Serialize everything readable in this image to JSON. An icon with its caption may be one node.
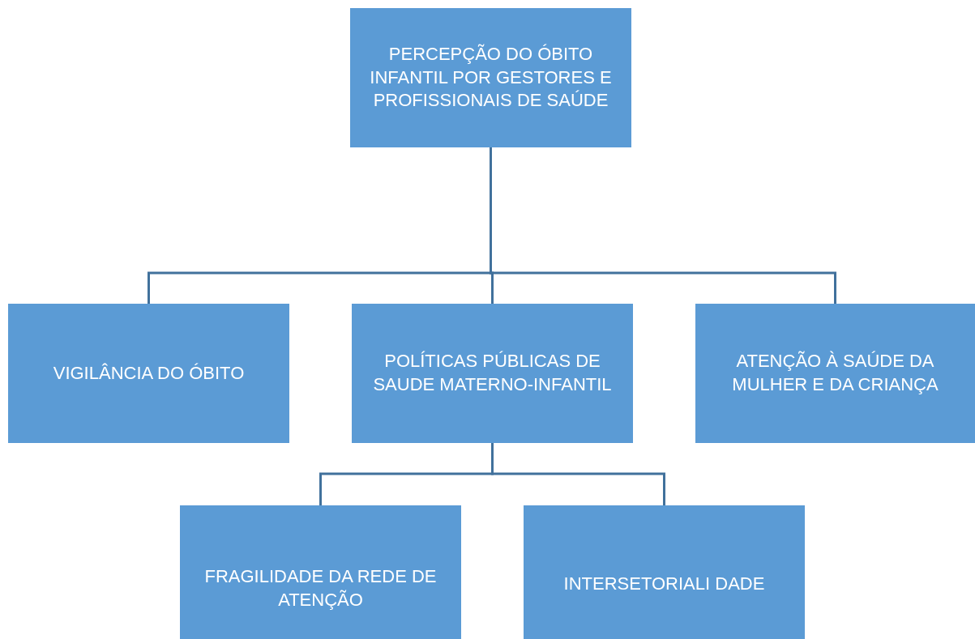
{
  "diagram": {
    "nodes": [
      {
        "text": [
          "PERCEPÇÃO DO ÓBITO INFANTIL POR GESTORES E PROFISSIONAIS DE SAÚDE"
        ]
      },
      {
        "text": [
          "VIGILÂNCIA DO ÓBITO"
        ]
      },
      {
        "text": [
          "POLÍTICAS PÚBLICAS DE SAUDE MATERNO-INFANTIL"
        ]
      },
      {
        "text": [
          "ATENÇÃO À SAÚDE DA MULHER E DA CRIANÇA"
        ]
      },
      {
        "text": [
          "FRAGILIDADE DA REDE DE ATENÇÃO"
        ]
      },
      {
        "text": [
          "INTERSETORIALI DADE"
        ]
      }
    ],
    "edges": [
      {
        "from": 0,
        "to": 1,
        "arrow": "none"
      },
      {
        "from": 0,
        "to": 2,
        "arrow": "none"
      },
      {
        "from": 0,
        "to": 3,
        "arrow": "none"
      },
      {
        "from": 2,
        "to": 4,
        "arrow": "none"
      },
      {
        "from": 2,
        "to": 5,
        "arrow": "none"
      }
    ]
  }
}
